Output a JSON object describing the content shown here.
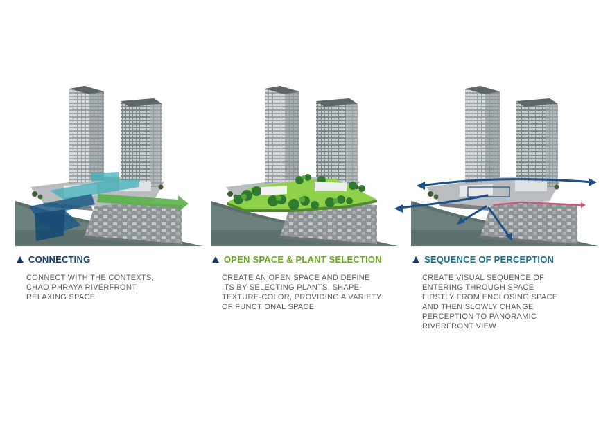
{
  "colors": {
    "navy": "#163a66",
    "green": "#6aa524",
    "teal": "#1d6b86",
    "text": "#5a5a5a",
    "river": "#5b6f6c"
  },
  "panels": [
    {
      "title": "CONNECTING",
      "title_color": "#163a66",
      "lines": [
        "CONNECT WITH THE CONTEXTS,",
        "CHAO PHRAYA RIVERFRONT",
        "RELAXING SPACE"
      ]
    },
    {
      "title": "OPEN SPACE & PLANT SELECTION",
      "title_color": "#6aa524",
      "lines": [
        "CREATE AN OPEN SPACE AND DEFINE",
        "ITS BY SELECTING PLANTS, SHAPE-",
        "TEXTURE-COLOR, PROVIDING A VARIETY",
        "OF FUNCTIONAL SPACE"
      ]
    },
    {
      "title": "SEQUENCE OF PERCEPTION",
      "title_color": "#1d6b86",
      "lines": [
        "CREATE VISUAL SEQUENCE OF",
        "ENTERING THROUGH SPACE",
        "FIRSTLY FROM ENCLOSING SPACE",
        "AND THEN SLOWLY CHANGE",
        "PERCEPTION TO PANORAMIC",
        "RIVERFRONT VIEW"
      ]
    }
  ]
}
